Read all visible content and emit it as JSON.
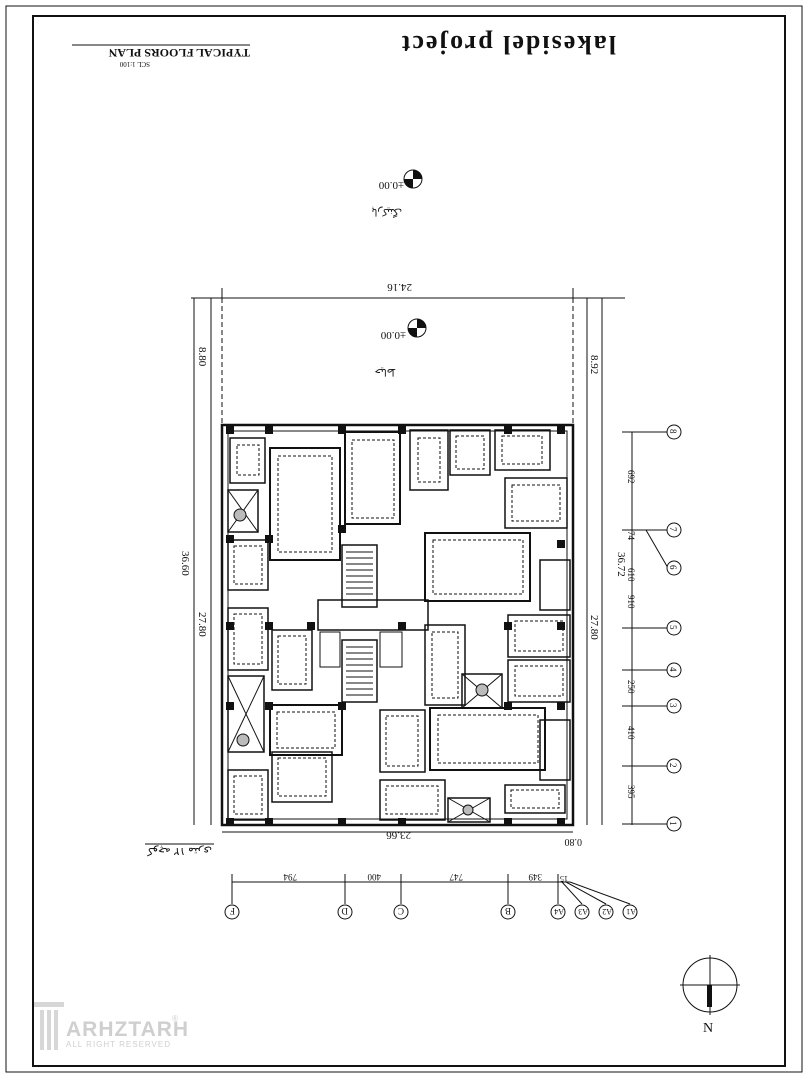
{
  "sheet": {
    "project_title": "lakesidel project",
    "plan_title": "TYPICAL FLOORS PLAN",
    "scale": "SCL 1:100"
  },
  "levels": {
    "top": "±0.00",
    "middle": "±0.00",
    "label_top": "پارکینگ",
    "label_middle": "حیاط"
  },
  "dimensions": {
    "top_width": "24.16",
    "bottom_width": "23.66",
    "bottom_offset": "0.80",
    "left_total": "36.60",
    "left_upper": "8.80",
    "left_lower": "27.80",
    "right_total": "36.72",
    "right_upper": "8.92",
    "right_lower": "27.80"
  },
  "axes_right": {
    "labels": [
      "8",
      "7",
      "6",
      "5",
      "4",
      "3",
      "2",
      "1"
    ],
    "spacings": [
      "692",
      "74",
      "610",
      "910",
      "250",
      "410",
      "395"
    ]
  },
  "axes_bottom": {
    "labels": [
      "F",
      "D",
      "C",
      "B",
      "A4",
      "A3",
      "A2",
      "A1"
    ],
    "spacings": [
      "794",
      "400",
      "747",
      "349",
      "15"
    ]
  },
  "notes": {
    "street_note": "کوچه ۱۲ متری"
  },
  "north": {
    "label": "N"
  },
  "logo": {
    "brand": "ARHZTARH",
    "tagline": "ALL RIGHT RESERVED",
    "registered": "®"
  }
}
